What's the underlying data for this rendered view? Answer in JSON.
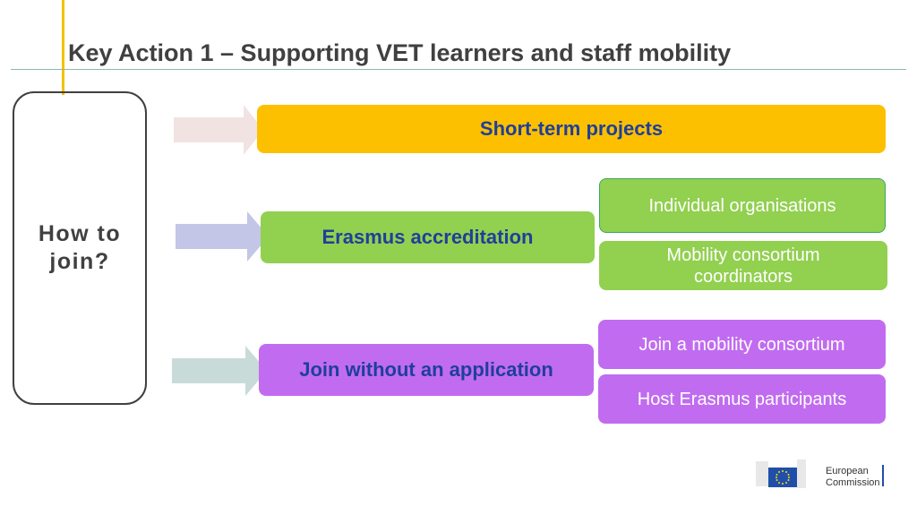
{
  "title": "Key Action 1 – Supporting VET learners and staff mobility",
  "how_to_join": "How to join?",
  "rows": [
    {
      "label": "Short-term projects",
      "color": "#fdc000",
      "arrow_color": "#f2e3e3",
      "subs": []
    },
    {
      "label": "Erasmus accreditation",
      "color": "#92d050",
      "arrow_color": "#c3c6e6",
      "subs": [
        "Individual organisations",
        "Mobility consortium coordinators"
      ]
    },
    {
      "label": "Join without an application",
      "color": "#c16cf0",
      "arrow_color": "#c9dbd8",
      "subs": [
        "Join a mobility consortium",
        "Host Erasmus participants"
      ]
    }
  ],
  "logo": {
    "line1": "European",
    "line2": "Commission"
  }
}
